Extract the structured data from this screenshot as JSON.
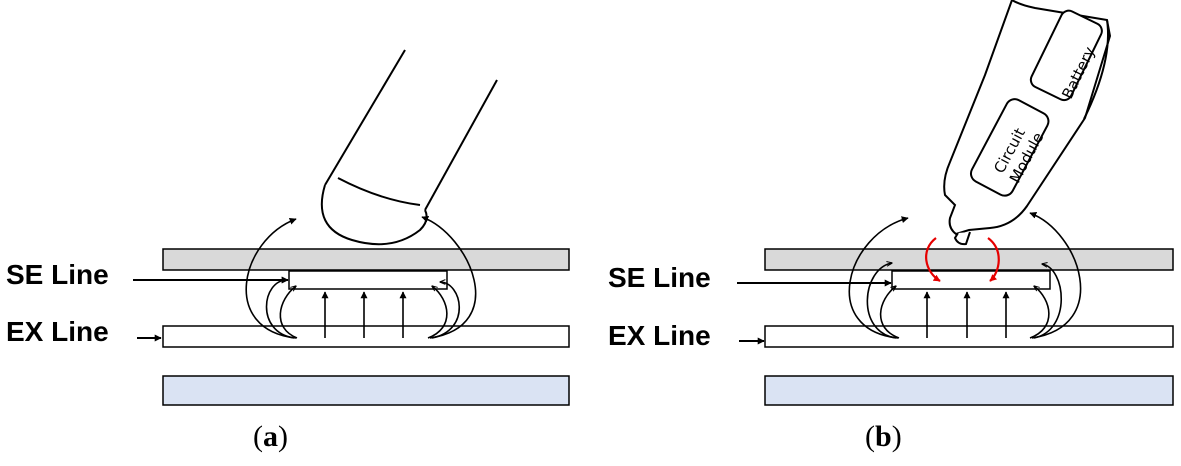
{
  "panel_a": {
    "se_label": "SE Line",
    "ex_label": "EX Line",
    "caption_letter": "a"
  },
  "panel_b": {
    "se_label": "SE Line",
    "ex_label": "EX Line",
    "caption_letter": "b",
    "pen_components": {
      "battery": "Battery",
      "circuit_line1": "Circuit",
      "circuit_line2": "Module"
    }
  },
  "colors": {
    "cover_layer": "#d9d9d9",
    "bottom_layer": "#dae3f3",
    "field_accent": "#e60000",
    "stroke": "#000000"
  }
}
